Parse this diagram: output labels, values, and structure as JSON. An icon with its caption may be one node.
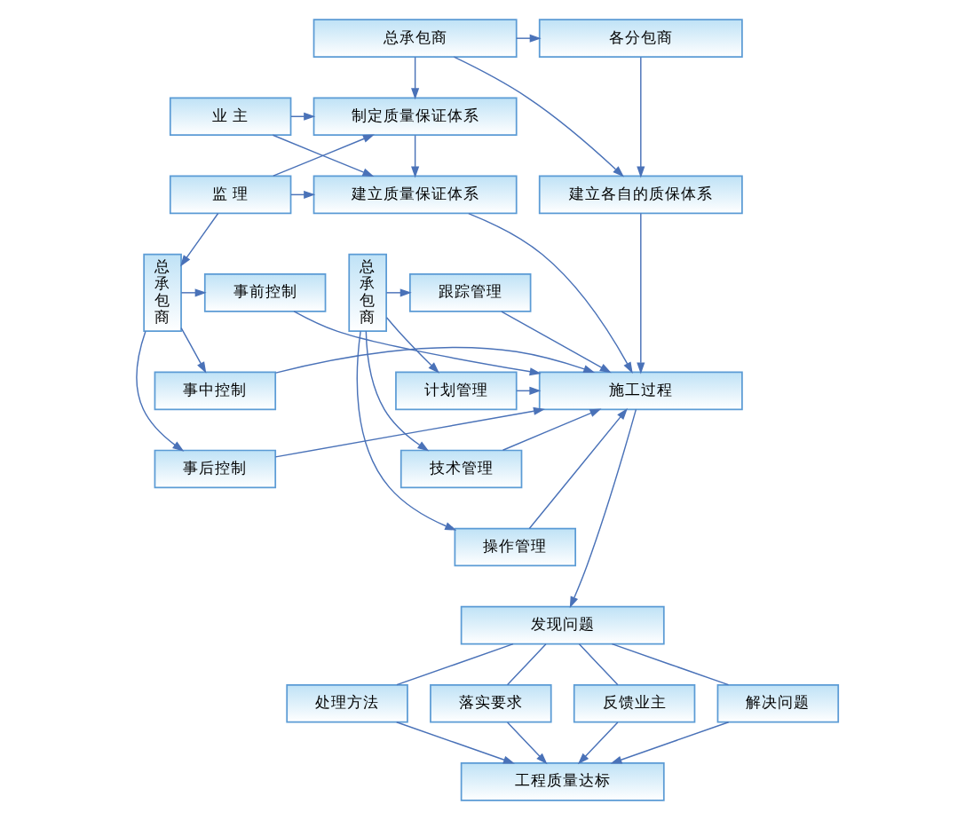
{
  "diagram": {
    "nodes": [
      {
        "text": [
          "总承包商"
        ]
      },
      {
        "text": [
          "各分包商"
        ]
      },
      {
        "text": [
          "业 主"
        ]
      },
      {
        "text": [
          "制定质量保证体系"
        ]
      },
      {
        "text": [
          "监 理"
        ]
      },
      {
        "text": [
          "建立质量保证体系"
        ]
      },
      {
        "text": [
          "建立各自的质保体系"
        ]
      },
      {
        "text": [
          "总承包商"
        ]
      },
      {
        "text": [
          "事前控制"
        ]
      },
      {
        "text": [
          "事中控制"
        ]
      },
      {
        "text": [
          "事后控制"
        ]
      },
      {
        "text": [
          "施工过程"
        ]
      },
      {
        "text": [
          "跟踪管理"
        ]
      },
      {
        "text": [
          "计划管理"
        ]
      },
      {
        "text": [
          "技术管理"
        ]
      },
      {
        "text": [
          "操作管理"
        ]
      },
      {
        "text": [
          "总承包商"
        ]
      },
      {
        "text": [
          "发现问题"
        ]
      },
      {
        "text": [
          "处理方法"
        ]
      },
      {
        "text": [
          "落实要求"
        ]
      },
      {
        "text": [
          "反馈业主"
        ]
      },
      {
        "text": [
          "解决问题"
        ]
      },
      {
        "text": [
          "工程质量达标"
        ]
      }
    ],
    "edges": [
      {
        "from": 0,
        "to": 1,
        "arrow": "to"
      },
      {
        "from": 0,
        "to": 3,
        "arrow": "to"
      },
      {
        "from": 0,
        "to": 6,
        "arrow": "to"
      },
      {
        "from": 1,
        "to": 6,
        "arrow": "to"
      },
      {
        "from": 2,
        "to": 3,
        "arrow": "to"
      },
      {
        "from": 2,
        "to": 5,
        "arrow": "to"
      },
      {
        "from": 4,
        "to": 3,
        "arrow": "to"
      },
      {
        "from": 4,
        "to": 5,
        "arrow": "to"
      },
      {
        "from": 3,
        "to": 5,
        "arrow": "to"
      },
      {
        "from": 4,
        "to": 7,
        "arrow": "to"
      },
      {
        "from": 7,
        "to": 8,
        "arrow": "to"
      },
      {
        "from": 7,
        "to": 9,
        "arrow": "to"
      },
      {
        "from": 7,
        "to": 10,
        "arrow": "to"
      },
      {
        "from": 8,
        "to": 11,
        "arrow": "to"
      },
      {
        "from": 9,
        "to": 11,
        "arrow": "to"
      },
      {
        "from": 10,
        "to": 11,
        "arrow": "to"
      },
      {
        "from": 5,
        "to": 11,
        "arrow": "to"
      },
      {
        "from": 6,
        "to": 11,
        "arrow": "to"
      },
      {
        "from": 12,
        "to": 11,
        "arrow": "to"
      },
      {
        "from": 13,
        "to": 11,
        "arrow": "to"
      },
      {
        "from": 14,
        "to": 11,
        "arrow": "to"
      },
      {
        "from": 15,
        "to": 11,
        "arrow": "to"
      },
      {
        "from": 16,
        "to": 12,
        "arrow": "to"
      },
      {
        "from": 16,
        "to": 13,
        "arrow": "to"
      },
      {
        "from": 16,
        "to": 14,
        "arrow": "to"
      },
      {
        "from": 16,
        "to": 15,
        "arrow": "to"
      },
      {
        "from": 11,
        "to": 17,
        "arrow": "to"
      },
      {
        "from": 17,
        "to": 18,
        "arrow": "none"
      },
      {
        "from": 17,
        "to": 19,
        "arrow": "none"
      },
      {
        "from": 17,
        "to": 20,
        "arrow": "none"
      },
      {
        "from": 17,
        "to": 21,
        "arrow": "none"
      },
      {
        "from": 18,
        "to": 22,
        "arrow": "to"
      },
      {
        "from": 19,
        "to": 22,
        "arrow": "to"
      },
      {
        "from": 20,
        "to": 22,
        "arrow": "to"
      },
      {
        "from": 21,
        "to": 22,
        "arrow": "to"
      }
    ]
  }
}
